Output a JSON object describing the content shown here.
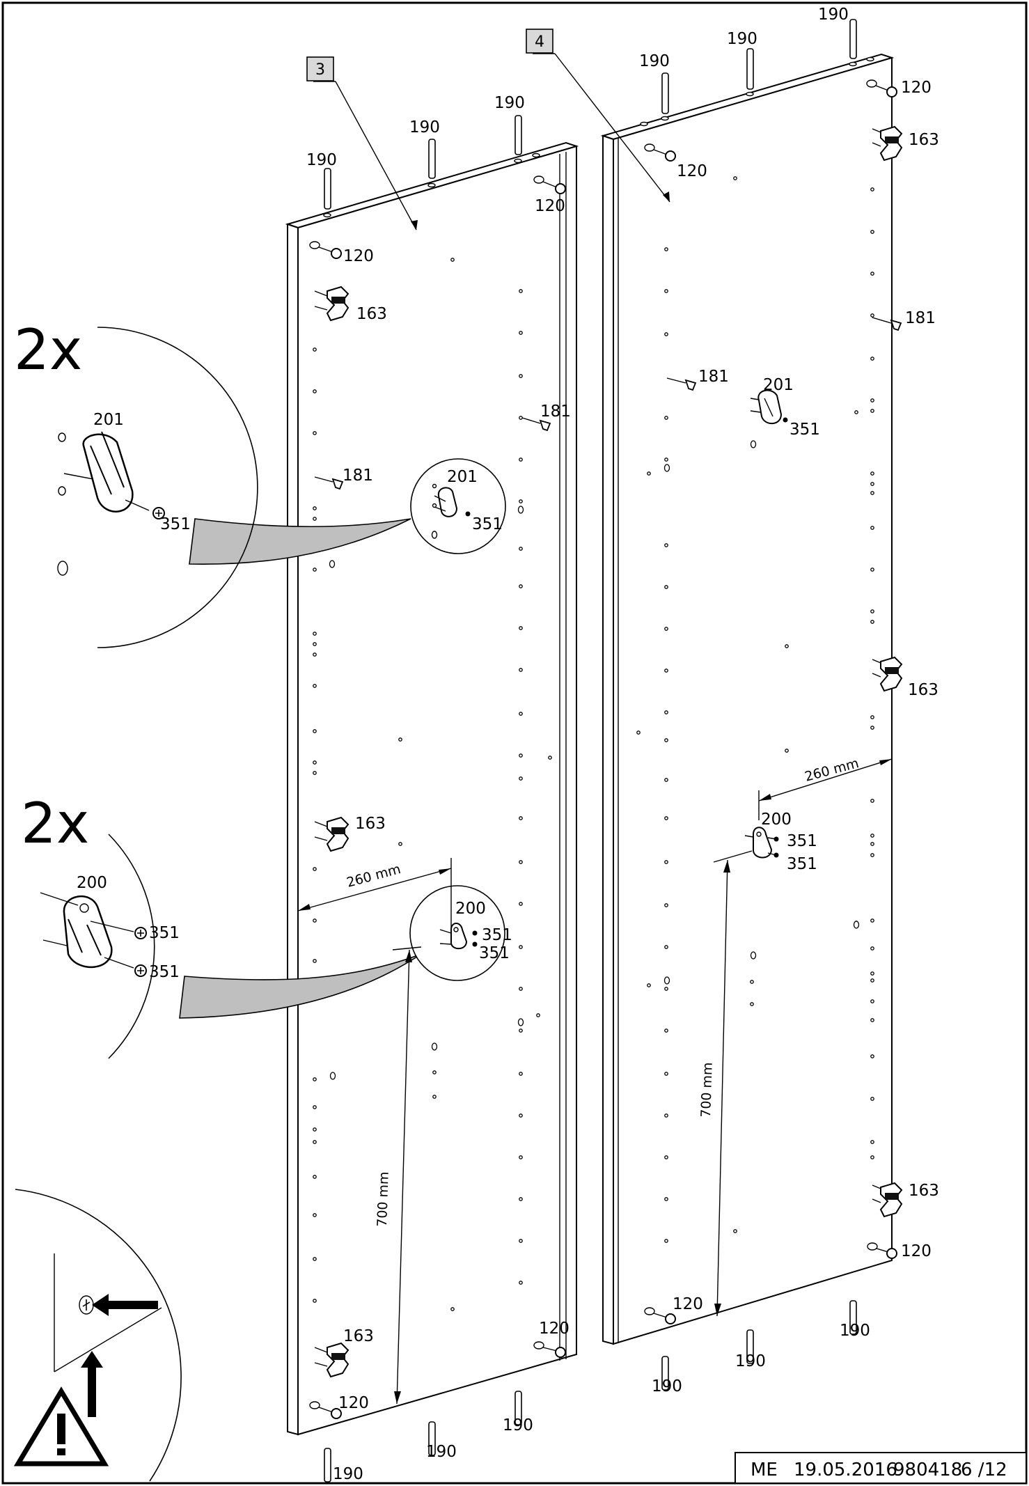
{
  "panels": [
    {
      "tag": "3"
    },
    {
      "tag": "4"
    }
  ],
  "labels": {
    "dowel": "190",
    "cam": "120",
    "hinge": "163",
    "shelf_pin": "181",
    "rail_bracket_oval": "201",
    "rail_bracket_round": "200",
    "screw": "351",
    "quantity": "2x"
  },
  "dimensions": {
    "horizontal": "260 mm",
    "vertical": "700 mm"
  },
  "footer": {
    "code": "ME",
    "date": "19.05.2016",
    "article": "980418",
    "page": "6 /12"
  },
  "icons": [
    "warning-triangle-icon",
    "arrow-left-icon",
    "arrow-up-icon"
  ]
}
